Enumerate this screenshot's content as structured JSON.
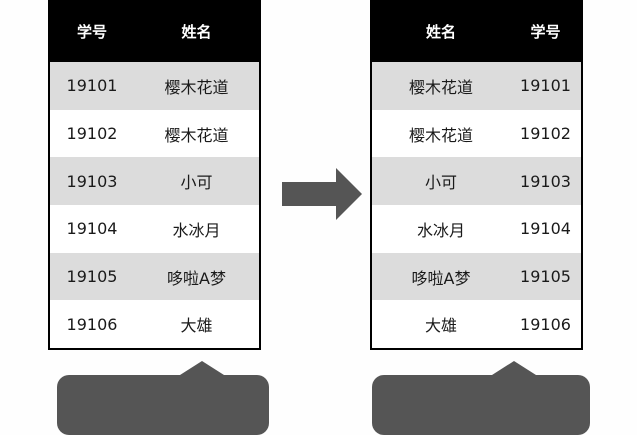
{
  "left_table": {
    "headers": [
      "学号",
      "姓名"
    ],
    "rows": [
      [
        "19101",
        "樱木花道"
      ],
      [
        "19102",
        "樱木花道"
      ],
      [
        "19103",
        "小可"
      ],
      [
        "19104",
        "水冰月"
      ],
      [
        "19105",
        "哆啦A梦"
      ],
      [
        "19106",
        "大雄"
      ]
    ]
  },
  "right_table": {
    "headers": [
      "姓名",
      "学号"
    ],
    "rows": [
      [
        "樱木花道",
        "19101"
      ],
      [
        "樱木花道",
        "19102"
      ],
      [
        "小可",
        "19103"
      ],
      [
        "水冰月",
        "19104"
      ],
      [
        "哆啦A梦",
        "19105"
      ],
      [
        "大雄",
        "19106"
      ]
    ]
  },
  "icons": {
    "arrow": "arrow-right-icon"
  },
  "colors": {
    "header_bg": "#000000",
    "row_shaded": "#dcdcdc",
    "arrow": "#555555",
    "callout": "#555555"
  }
}
